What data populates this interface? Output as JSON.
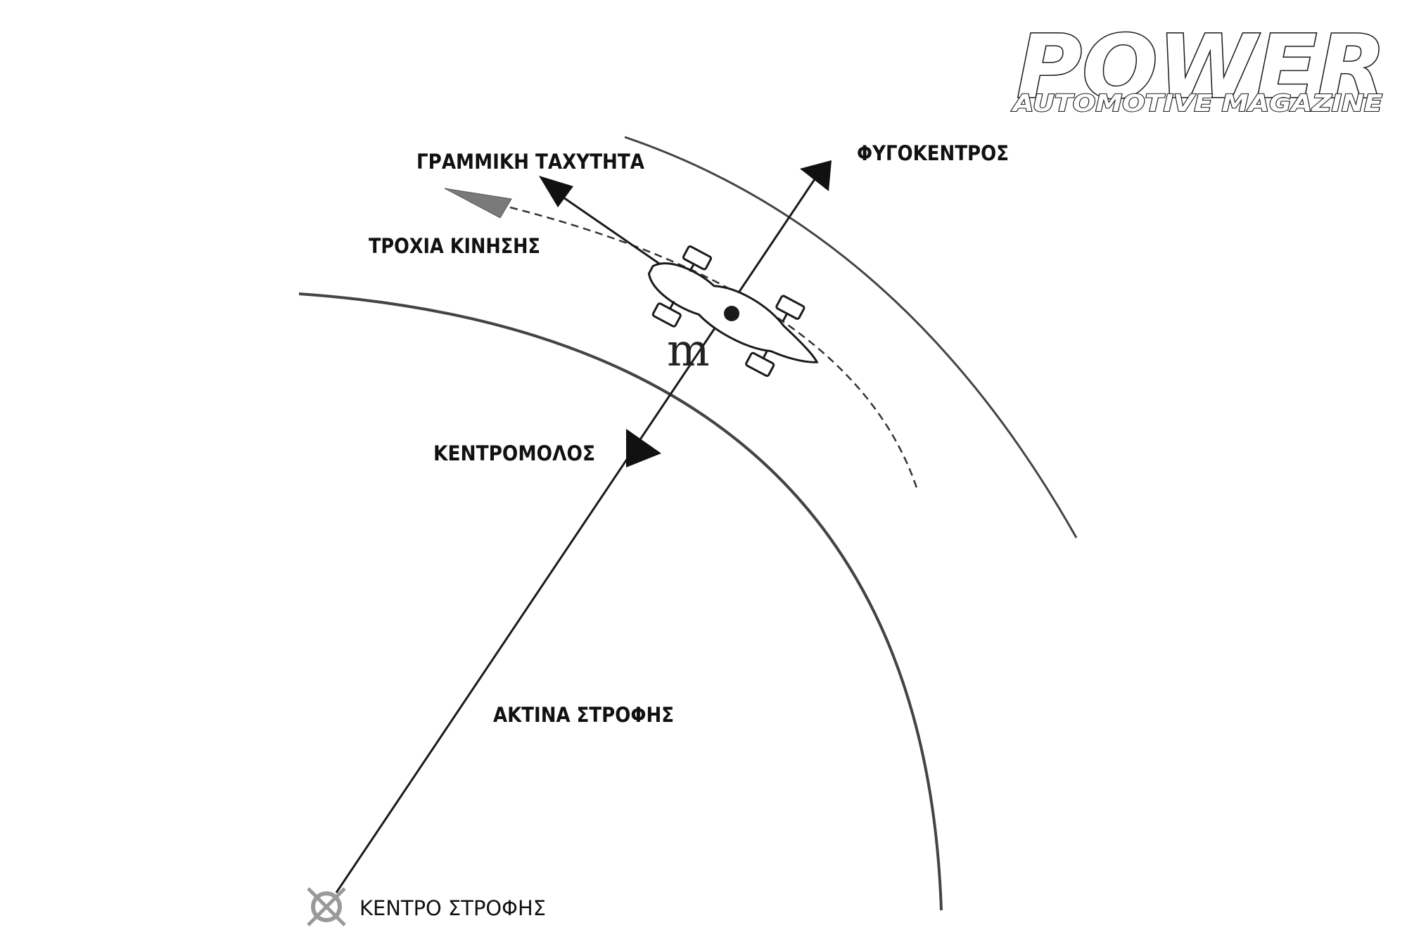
{
  "logo": {
    "title": "POWER",
    "subtitle": "AUTOMOTIVE MAGAZINE"
  },
  "labels": {
    "linear_velocity": "ΓΡΑΜΜΙΚΗ ΤΑΧΥΤΗΤΑ",
    "centrifugal": "ΦΥΓΟΚΕΝΤΡΟΣ",
    "trajectory": "ΤΡΟΧΙΑ ΚΙΝΗΣΗΣ",
    "centripetal": "ΚΕΝΤΡΟΜΟΛΟΣ",
    "turn_radius": "ΑΚΤΙΝΑ ΣΤΡΟΦΗΣ",
    "turn_center": "ΚΕΝΤΡΟ ΣΤΡΟΦΗΣ",
    "mass": "m"
  },
  "colors": {
    "line": "#1a1a1a",
    "curve": "#444444",
    "dashed": "#333333",
    "trajectory_arrow": "#7a7a7a"
  }
}
